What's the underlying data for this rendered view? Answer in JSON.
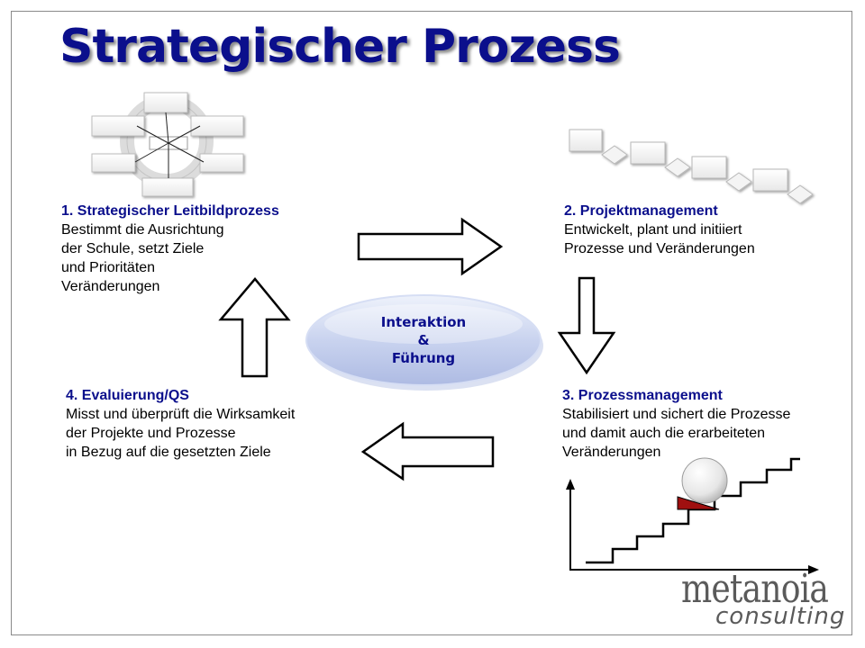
{
  "title": "Strategischer Prozess",
  "blocks": {
    "leitbild": {
      "heading": "1. Strategischer Leitbildprozess",
      "lines": [
        "Bestimmt die Ausrichtung",
        "der Schule, setzt Ziele",
        "und Prioritäten",
        "Veränderungen"
      ]
    },
    "projekt": {
      "heading": "2. Projektmanagement",
      "lines": [
        "Entwickelt, plant und initiiert",
        "Prozesse und Veränderungen"
      ]
    },
    "prozess": {
      "heading": "3. Prozessmanagement",
      "lines": [
        "Stabilisiert und sichert die Prozesse",
        "und damit auch die  erarbeiteten",
        "Veränderungen"
      ]
    },
    "evaluierung": {
      "heading": "4. Evaluierung/QS",
      "lines": [
        "Misst und überprüft die Wirksamkeit",
        "der Projekte und Prozesse",
        "in Bezug auf die gesetzten Ziele"
      ]
    }
  },
  "center": {
    "line1": "Interaktion",
    "line2": "&",
    "line3": "Führung"
  },
  "logo": {
    "main": "metanoia",
    "sub": "consulting"
  },
  "colors": {
    "title": "#0b0f8c",
    "ellipse": "#c9d3ef",
    "wedge": "#a01010",
    "logo": "#5a5a5a"
  }
}
